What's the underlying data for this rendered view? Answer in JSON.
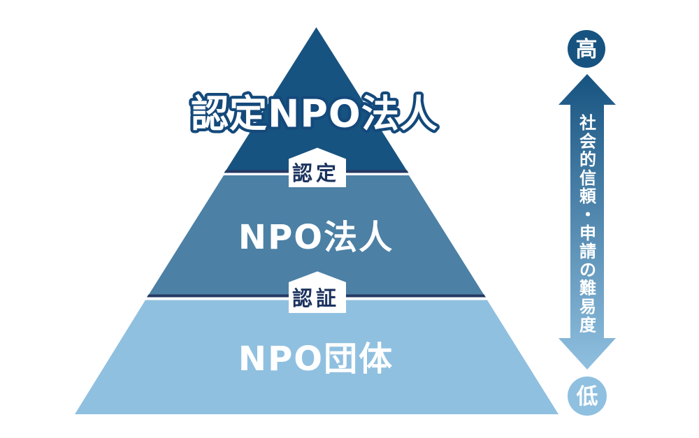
{
  "diagram": {
    "pyramid": {
      "tiers": [
        {
          "id": "certified-npo-corporation",
          "label": "認定NPO法人",
          "color": "#175380"
        },
        {
          "id": "npo-corporation",
          "label": "NPO法人",
          "color": "#4C80A5"
        },
        {
          "id": "npo-group",
          "label": "NPO団体",
          "color": "#90C0E0"
        }
      ],
      "tier_edge_color": "#253963",
      "label_color": "#FFFFFF",
      "title_outline_color": "#14497B"
    },
    "badges": [
      {
        "id": "certification",
        "label": "認定"
      },
      {
        "id": "accreditation",
        "label": "認証"
      }
    ],
    "badge_style": {
      "bg": "#FFFFFF",
      "text_color": "#1B335F"
    },
    "gauge": {
      "high_label": "高",
      "low_label": "低",
      "axis_label": "社会的信頼・申請の難易度",
      "high_color": "#175380",
      "low_color": "#90C0E0",
      "label_color": "#FFFFFF"
    }
  }
}
